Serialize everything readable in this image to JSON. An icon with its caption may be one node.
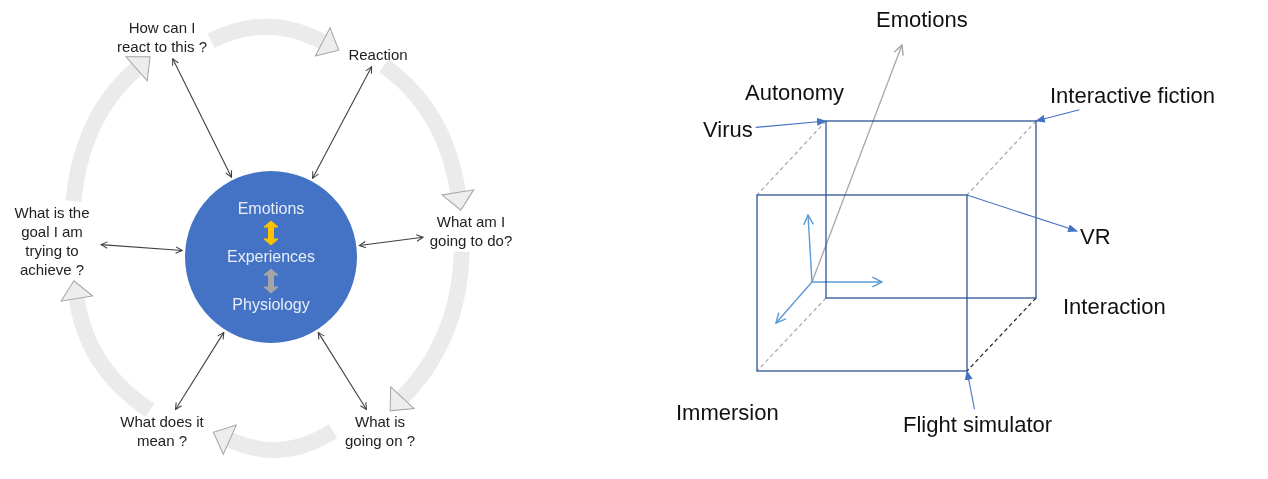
{
  "diagram": {
    "nodes": [
      {
        "text": [
          "How can I react to this ?"
        ]
      },
      {
        "text": [
          "Reaction"
        ]
      },
      {
        "text": [
          "What am I going to do?"
        ]
      },
      {
        "text": [
          "What is going on ?"
        ]
      },
      {
        "text": [
          "What does it mean ?"
        ]
      },
      {
        "text": [
          "What is the goal I am trying to achieve ?"
        ]
      },
      {
        "text": [],
        "shape": "circle"
      },
      {
        "text": [
          "Emotions"
        ],
        "in": 6
      },
      {
        "text": [
          "Experiences"
        ],
        "in": 6
      },
      {
        "text": [
          "Physiology"
        ],
        "in": 6
      },
      {
        "text": [
          "Virus"
        ]
      },
      {
        "text": [
          "Interactive fiction"
        ]
      },
      {
        "text": [
          "VR"
        ]
      },
      {
        "text": [
          "Flight simulator"
        ]
      },
      {
        "text": [],
        "shape": "box"
      },
      {
        "text": [],
        "shape": "box"
      }
    ],
    "edges": [
      {
        "from": 0,
        "to": 1,
        "arrow": "to",
        "style": "thick",
        "color": "#a5a5a5"
      },
      {
        "from": 1,
        "to": 2,
        "arrow": "to",
        "style": "thick",
        "color": "#a5a5a5"
      },
      {
        "from": 2,
        "to": 3,
        "arrow": "to",
        "style": "thick",
        "color": "#a5a5a5"
      },
      {
        "from": 3,
        "to": 4,
        "arrow": "to",
        "style": "thick",
        "color": "#a5a5a5"
      },
      {
        "from": 4,
        "to": 5,
        "arrow": "to",
        "style": "thick",
        "color": "#a5a5a5"
      },
      {
        "from": 5,
        "to": 0,
        "arrow": "to",
        "style": "thick",
        "color": "#a5a5a5"
      },
      {
        "from": 6,
        "to": 0,
        "arrow": "both",
        "color": "#404040"
      },
      {
        "from": 6,
        "to": 1,
        "arrow": "both",
        "color": "#404040"
      },
      {
        "from": 6,
        "to": 2,
        "arrow": "both",
        "color": "#404040"
      },
      {
        "from": 6,
        "to": 3,
        "arrow": "both",
        "color": "#404040"
      },
      {
        "from": 6,
        "to": 4,
        "arrow": "both",
        "color": "#404040"
      },
      {
        "from": 6,
        "to": 5,
        "arrow": "both",
        "color": "#404040"
      },
      {
        "from": 7,
        "to": 8,
        "arrow": "both",
        "style": "thick",
        "color": "#ffc000"
      },
      {
        "from": 8,
        "to": 9,
        "arrow": "both",
        "style": "thick",
        "color": "#a5a5a5"
      },
      {
        "from": 10,
        "to": 14,
        "arrow": "to",
        "color": "#4472c4"
      },
      {
        "from": 11,
        "to": 14,
        "arrow": "to",
        "color": "#4472c4"
      },
      {
        "from": 15,
        "to": 12,
        "arrow": "to",
        "color": "#4472c4"
      },
      {
        "from": 13,
        "to": 15,
        "arrow": "to",
        "color": "#4472c4"
      }
    ],
    "labels": [
      "Emotions",
      "Autonomy",
      "Interaction",
      "Immersion"
    ]
  }
}
